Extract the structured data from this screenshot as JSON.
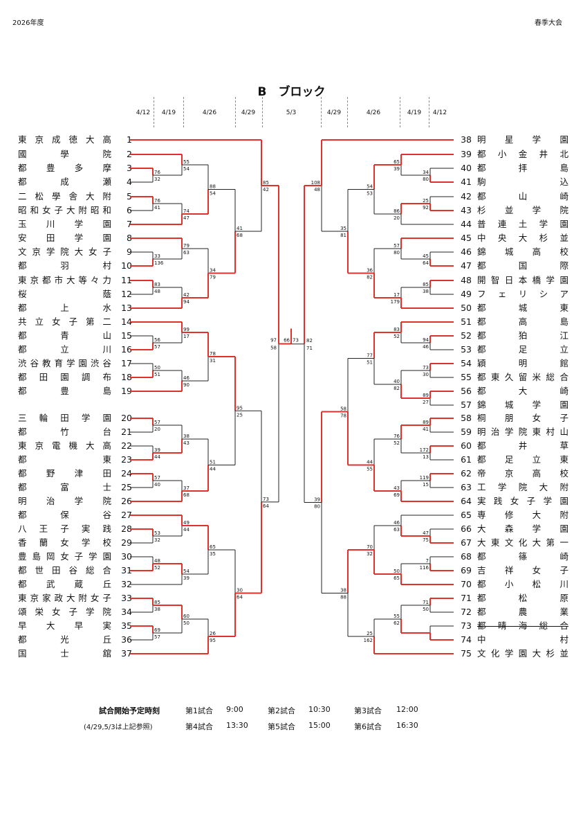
{
  "header": {
    "year": "2026年度",
    "tournament": "春季大会"
  },
  "block_title": "B　ブロック",
  "round_dates": [
    "4/12",
    "4/19",
    "4/26",
    "4/29",
    "5/3",
    "4/29",
    "4/26",
    "4/19",
    "4/12"
  ],
  "left_teams": [
    {
      "no": "1",
      "name": "東京成徳大高"
    },
    {
      "no": "2",
      "name": "國學院"
    },
    {
      "no": "3",
      "name": "都豊多摩"
    },
    {
      "no": "4",
      "name": "都成瀬"
    },
    {
      "no": "5",
      "name": "二松學舎大附"
    },
    {
      "no": "6",
      "name": "昭和女子大附昭和"
    },
    {
      "no": "7",
      "name": "玉川学園"
    },
    {
      "no": "8",
      "name": "安田学園"
    },
    {
      "no": "9",
      "name": "文京学院大女子"
    },
    {
      "no": "10",
      "name": "都羽村"
    },
    {
      "no": "11",
      "name": "東京都市大等々力"
    },
    {
      "no": "12",
      "name": "桜蔭"
    },
    {
      "no": "13",
      "name": "都上水"
    },
    {
      "no": "14",
      "name": "共立女子第二"
    },
    {
      "no": "15",
      "name": "都青山"
    },
    {
      "no": "16",
      "name": "都立川"
    },
    {
      "no": "17",
      "name": "渋谷教育学園渋谷"
    },
    {
      "no": "18",
      "name": "都田園調布"
    },
    {
      "no": "19",
      "name": "都豊島"
    },
    {
      "no": "20",
      "name": "三輪田学園"
    },
    {
      "no": "21",
      "name": "都竹台"
    },
    {
      "no": "22",
      "name": "東京電機大高"
    },
    {
      "no": "23",
      "name": "都東"
    },
    {
      "no": "24",
      "name": "都野津田"
    },
    {
      "no": "25",
      "name": "都富士"
    },
    {
      "no": "26",
      "name": "明治学院"
    },
    {
      "no": "27",
      "name": "都保谷"
    },
    {
      "no": "28",
      "name": "八王子実践"
    },
    {
      "no": "29",
      "name": "香蘭女学校"
    },
    {
      "no": "30",
      "name": "豊島岡女子学園"
    },
    {
      "no": "31",
      "name": "都世田谷総合"
    },
    {
      "no": "32",
      "name": "都武蔵丘"
    },
    {
      "no": "33",
      "name": "東京家政大附女子"
    },
    {
      "no": "34",
      "name": "頌栄女子学院"
    },
    {
      "no": "35",
      "name": "早大早実"
    },
    {
      "no": "36",
      "name": "都光丘"
    },
    {
      "no": "37",
      "name": "国士舘"
    }
  ],
  "right_teams": [
    {
      "no": "38",
      "name": "明星学園"
    },
    {
      "no": "39",
      "name": "都小金井北"
    },
    {
      "no": "40",
      "name": "都拝島"
    },
    {
      "no": "41",
      "name": "駒込"
    },
    {
      "no": "42",
      "name": "都山崎"
    },
    {
      "no": "43",
      "name": "杉並学院"
    },
    {
      "no": "44",
      "name": "普連土学園"
    },
    {
      "no": "45",
      "name": "中央大杉並"
    },
    {
      "no": "46",
      "name": "錦城高校"
    },
    {
      "no": "47",
      "name": "都国際"
    },
    {
      "no": "48",
      "name": "開智日本橋学園"
    },
    {
      "no": "49",
      "name": "フェリシア"
    },
    {
      "no": "50",
      "name": "都城東"
    },
    {
      "no": "51",
      "name": "都高島"
    },
    {
      "no": "52",
      "name": "都狛江"
    },
    {
      "no": "53",
      "name": "都足立"
    },
    {
      "no": "54",
      "name": "穎明館"
    },
    {
      "no": "55",
      "name": "都東久留米総合"
    },
    {
      "no": "56",
      "name": "都大崎"
    },
    {
      "no": "57",
      "name": "錦城学園"
    },
    {
      "no": "58",
      "name": "桐朋女子"
    },
    {
      "no": "59",
      "name": "明治学院東村山"
    },
    {
      "no": "60",
      "name": "都井草"
    },
    {
      "no": "61",
      "name": "都足立東"
    },
    {
      "no": "62",
      "name": "帝京高校"
    },
    {
      "no": "63",
      "name": "工学院大附"
    },
    {
      "no": "64",
      "name": "実践女子学園"
    },
    {
      "no": "65",
      "name": "専修大附"
    },
    {
      "no": "66",
      "name": "大森学園"
    },
    {
      "no": "67",
      "name": "大東文化大第一"
    },
    {
      "no": "68",
      "name": "都篠崎"
    },
    {
      "no": "69",
      "name": "吉祥女子"
    },
    {
      "no": "70",
      "name": "都小松川"
    },
    {
      "no": "71",
      "name": "都松原"
    },
    {
      "no": "72",
      "name": "都農業"
    },
    {
      "no": "73",
      "name": "都晴海総合"
    },
    {
      "no": "74",
      "name": "中村"
    },
    {
      "no": "75",
      "name": "文化学園大杉並"
    }
  ],
  "scores": {
    "final": [
      "66",
      "73"
    ],
    "left_semi": [
      "97",
      "58"
    ],
    "right_semi": [
      "82",
      "71"
    ]
  },
  "schedule": {
    "title": "試合開始予定時刻",
    "note": "(4/29,5/3は上記参照)",
    "slots": [
      {
        "label": "第1試合",
        "time": "9:00"
      },
      {
        "label": "第2試合",
        "time": "10:30"
      },
      {
        "label": "第3試合",
        "time": "12:00"
      },
      {
        "label": "第4試合",
        "time": "13:30"
      },
      {
        "label": "第5試合",
        "time": "15:00"
      },
      {
        "label": "第6試合",
        "time": "16:30"
      }
    ]
  },
  "colors": {
    "win": "#e0302a",
    "line": "#222"
  }
}
